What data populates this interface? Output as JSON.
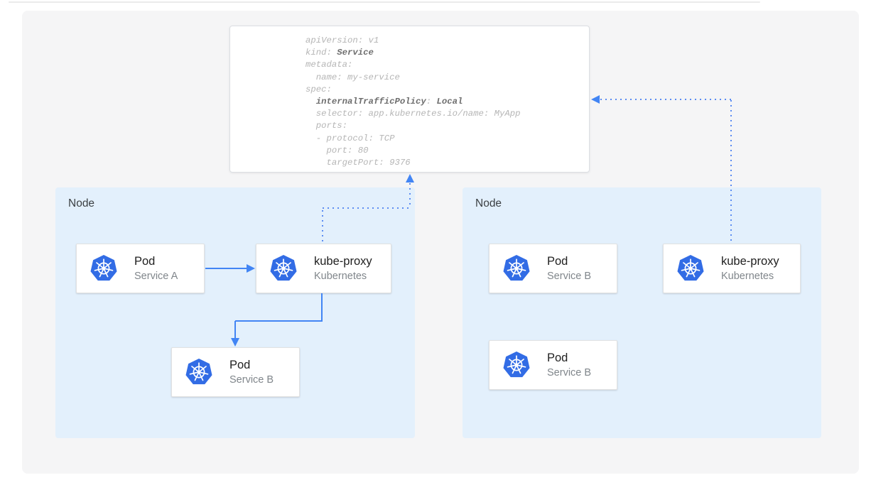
{
  "yaml": {
    "lines": [
      {
        "plain": "apiVersion: v1"
      },
      {
        "plain": "kind: ",
        "bold": "Service"
      },
      {
        "plain": "metadata:"
      },
      {
        "plain": "  name: my-service"
      },
      {
        "plain": "spec:"
      },
      {
        "plain": "  ",
        "bold": "internalTrafficPolicy",
        "mid": ": ",
        "bold2": "Local"
      },
      {
        "plain": "  selector: app.kubernetes.io/name: MyApp"
      },
      {
        "plain": "  ports:"
      },
      {
        "plain": "  - protocol: TCP"
      },
      {
        "plain": "    port: 80"
      },
      {
        "plain": "    targetPort: 9376"
      }
    ]
  },
  "nodes": {
    "left_label": "Node",
    "right_label": "Node"
  },
  "cards": {
    "pod_a": {
      "title": "Pod",
      "subtitle": "Service A"
    },
    "kube_proxy_left": {
      "title": "kube-proxy",
      "subtitle": "Kubernetes"
    },
    "pod_b_left": {
      "title": "Pod",
      "subtitle": "Service B"
    },
    "pod_b_right_top": {
      "title": "Pod",
      "subtitle": "Service B"
    },
    "kube_proxy_right": {
      "title": "kube-proxy",
      "subtitle": "Kubernetes"
    },
    "pod_b_right_bottom": {
      "title": "Pod",
      "subtitle": "Service B"
    }
  },
  "icons": {
    "kubernetes_logo": "kubernetes-helm-wheel"
  },
  "colors": {
    "arrow_blue": "#4285f4",
    "dotted_blue": "#5b8cf2",
    "kubernetes_blue": "#326ce5",
    "node_bg": "#e3f0fc",
    "panel_bg": "#f5f5f6",
    "code_regular_text": "#b5b5b5",
    "code_bold_text": "#6e6e6e"
  }
}
